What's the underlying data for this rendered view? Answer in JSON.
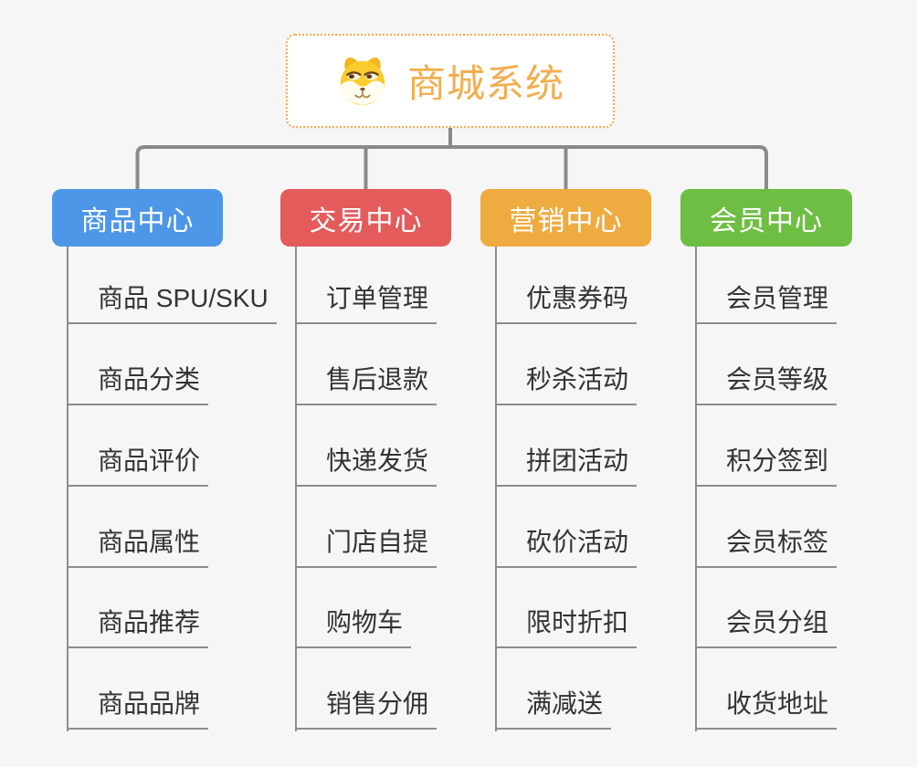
{
  "root": {
    "label": "商城系统",
    "icon": "shiba-dog-icon",
    "text_color": "#F2AE4E",
    "border_color": "#F0AC4F"
  },
  "branches": [
    {
      "label": "商品中心",
      "color": "#4D96E8",
      "items": [
        "商品 SPU/SKU",
        "商品分类",
        "商品评价",
        "商品属性",
        "商品推荐",
        "商品品牌"
      ]
    },
    {
      "label": "交易中心",
      "color": "#E45B5B",
      "items": [
        "订单管理",
        "售后退款",
        "快递发货",
        "门店自提",
        "购物车",
        "销售分佣"
      ]
    },
    {
      "label": "营销中心",
      "color": "#EEAC40",
      "items": [
        "优惠券码",
        "秒杀活动",
        "拼团活动",
        "砍价活动",
        "限时折扣",
        "满减送"
      ]
    },
    {
      "label": "会员中心",
      "color": "#6FBE44",
      "items": [
        "会员管理",
        "会员等级",
        "积分签到",
        "会员标签",
        "会员分组",
        "收货地址"
      ]
    }
  ],
  "colors": {
    "background": "#F6F6F6",
    "connector": "#8A8A8A",
    "leaf_line": "#8C8C8C",
    "leaf_text": "#333333",
    "node_text": "#FFFFFF"
  }
}
